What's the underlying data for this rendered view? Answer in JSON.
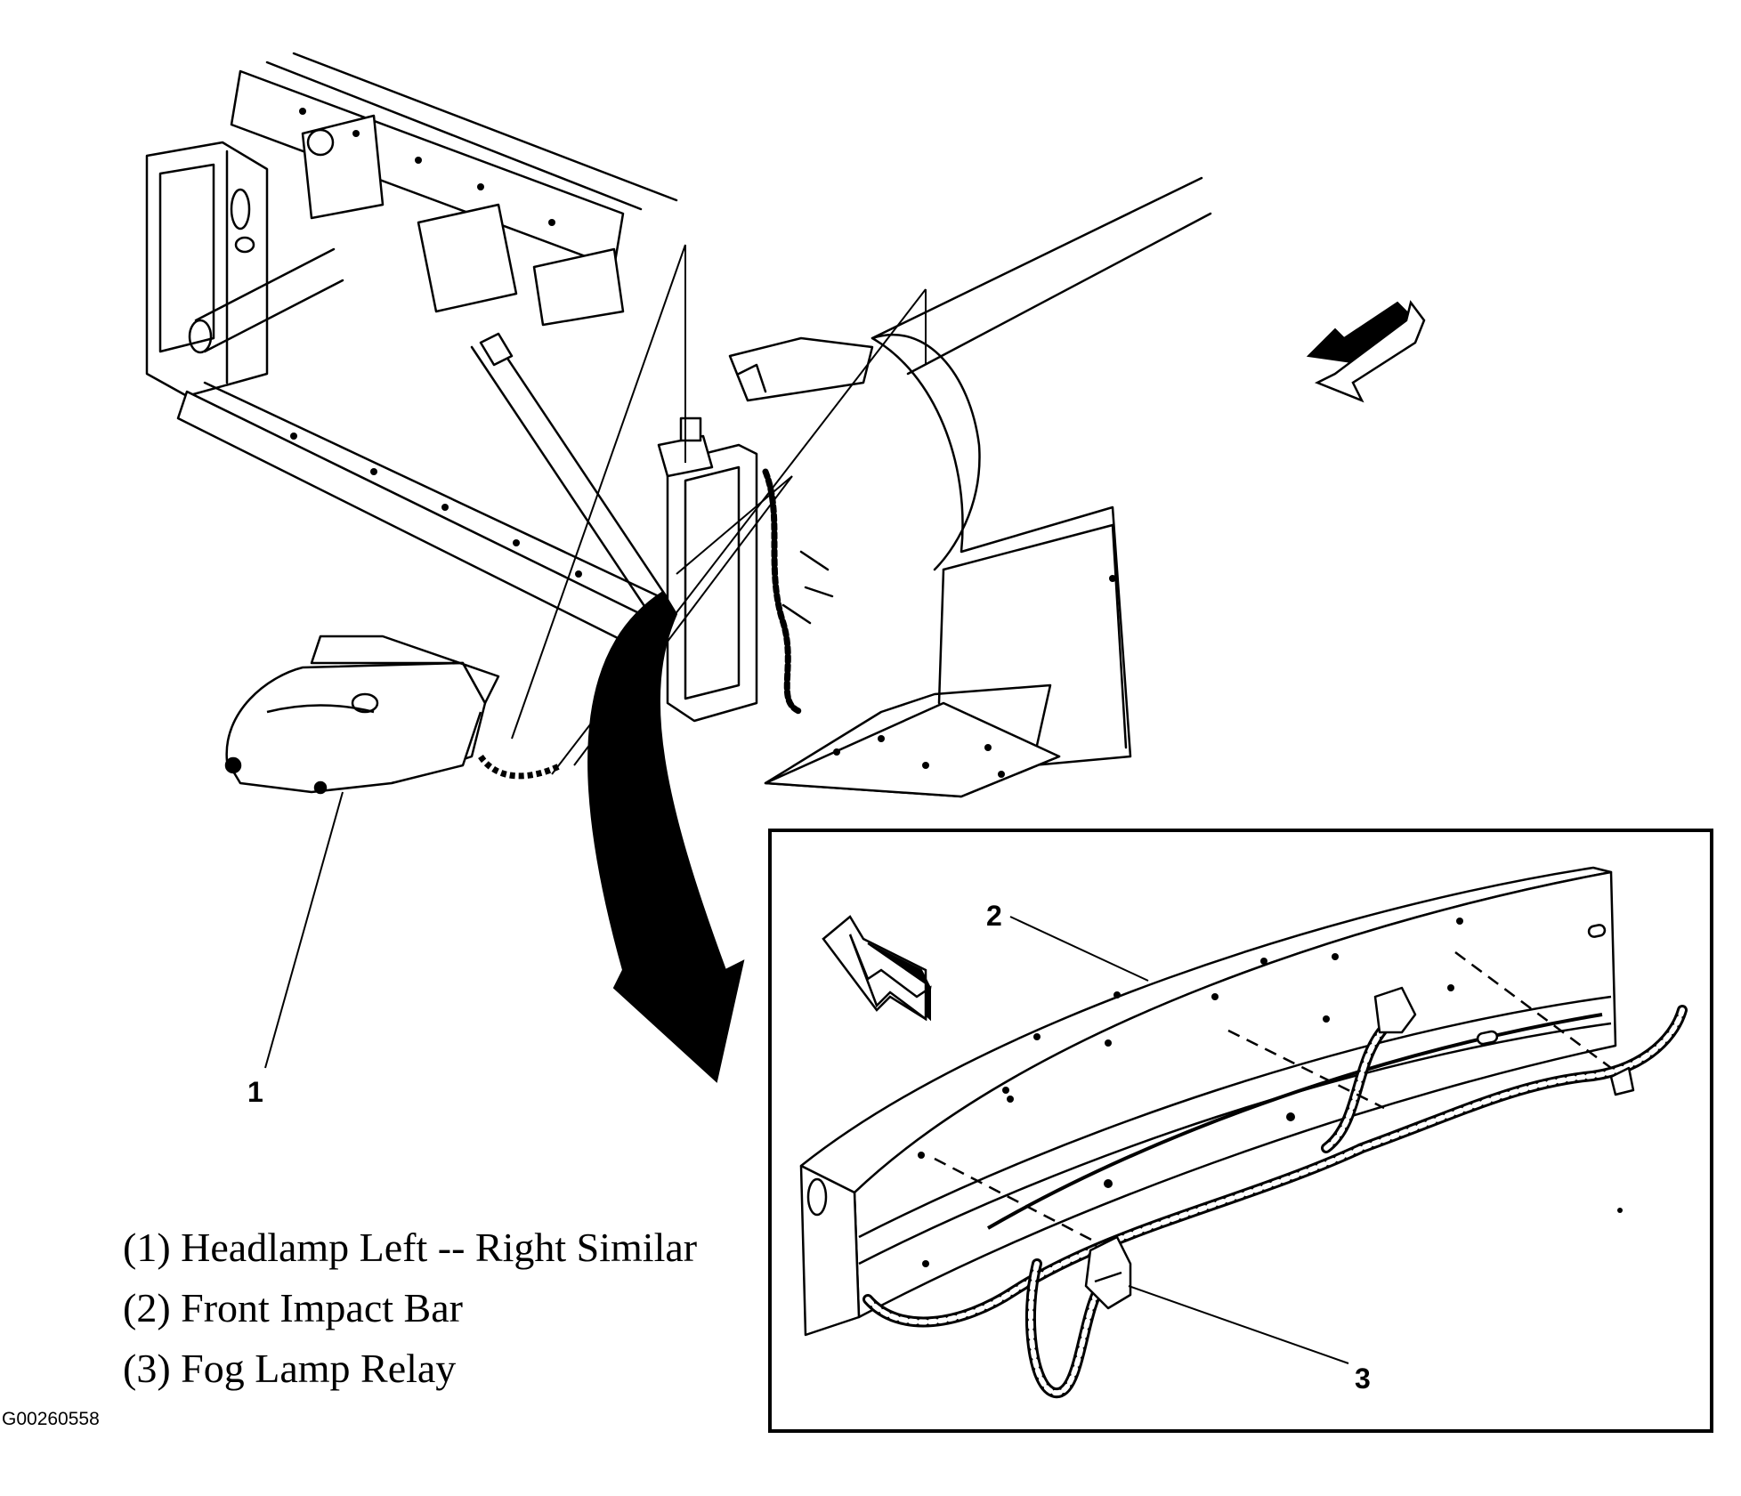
{
  "callouts": {
    "headlamp": "1",
    "impact_bar": "2",
    "relay": "3"
  },
  "legend": [
    {
      "text": "(1) Headlamp Left -- Right Similar"
    },
    {
      "text": "(2) Front Impact Bar"
    },
    {
      "text": "(3) Fog Lamp Relay"
    }
  ],
  "figure_id": "G00260558"
}
